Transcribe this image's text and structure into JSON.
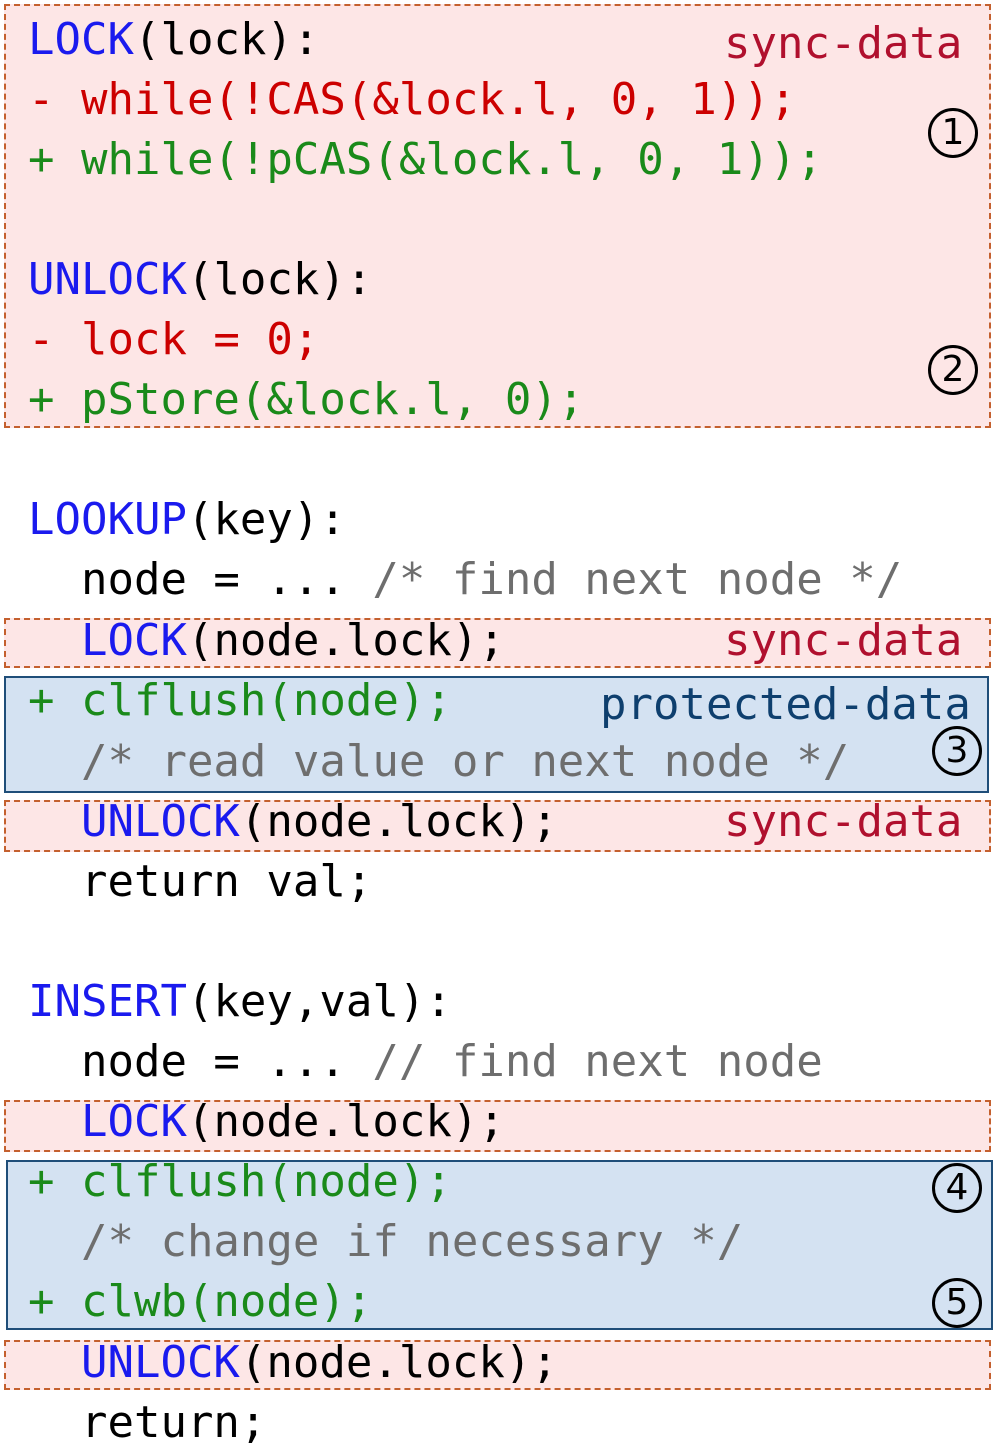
{
  "lock_fn": {
    "header_kw": "LOCK",
    "header_rest": "(lock):",
    "tag": "sync-data",
    "removed": "- while(!CAS(&lock.l, 0, 1));",
    "added": "+ while(!pCAS(&lock.l, 0, 1));",
    "marker": "1"
  },
  "unlock_fn": {
    "header_kw": "UNLOCK",
    "header_rest": "(lock):",
    "removed": "- lock = 0;",
    "added": "+ pStore(&lock.l, 0);",
    "marker": "2"
  },
  "lookup_fn": {
    "header_kw": "LOOKUP",
    "header_rest": "(key):",
    "find_code": "  node = ... ",
    "find_comment": "/* find next node */",
    "lock_kw": "LOCK",
    "lock_rest": "(node.lock);",
    "lock_tag": "sync-data",
    "flush": "+ clflush(node);",
    "prot_tag": "protected-data",
    "read_comment": "/* read value or next node */",
    "marker": "3",
    "unlock_kw": "UNLOCK",
    "unlock_rest": "(node.lock);",
    "unlock_tag": "sync-data",
    "return_line": "  return val;"
  },
  "insert_fn": {
    "header_kw": "INSERT",
    "header_rest": "(key,val):",
    "find_code": "  node = ... ",
    "find_comment": "// find next node",
    "lock_kw": "LOCK",
    "lock_rest": "(node.lock);",
    "flush": "+ clflush(node);",
    "marker_flush": "4",
    "change_comment": "/* change if necessary */",
    "wb": "+ clwb(node);",
    "marker_wb": "5",
    "unlock_kw": "UNLOCK",
    "unlock_rest": "(node.lock);",
    "return_line": "  return;"
  },
  "colors": {
    "keyword": "#1a1aee",
    "removed": "#cc0000",
    "added": "#1a8a1a",
    "comment": "#6e6e6e",
    "sync_fill": "#fde6e6",
    "sync_border": "#c4602e",
    "protected_fill": "#d4e2f2",
    "protected_border": "#1f4e79",
    "sync_label": "#b0102e",
    "protected_label": "#0e3f6e"
  }
}
